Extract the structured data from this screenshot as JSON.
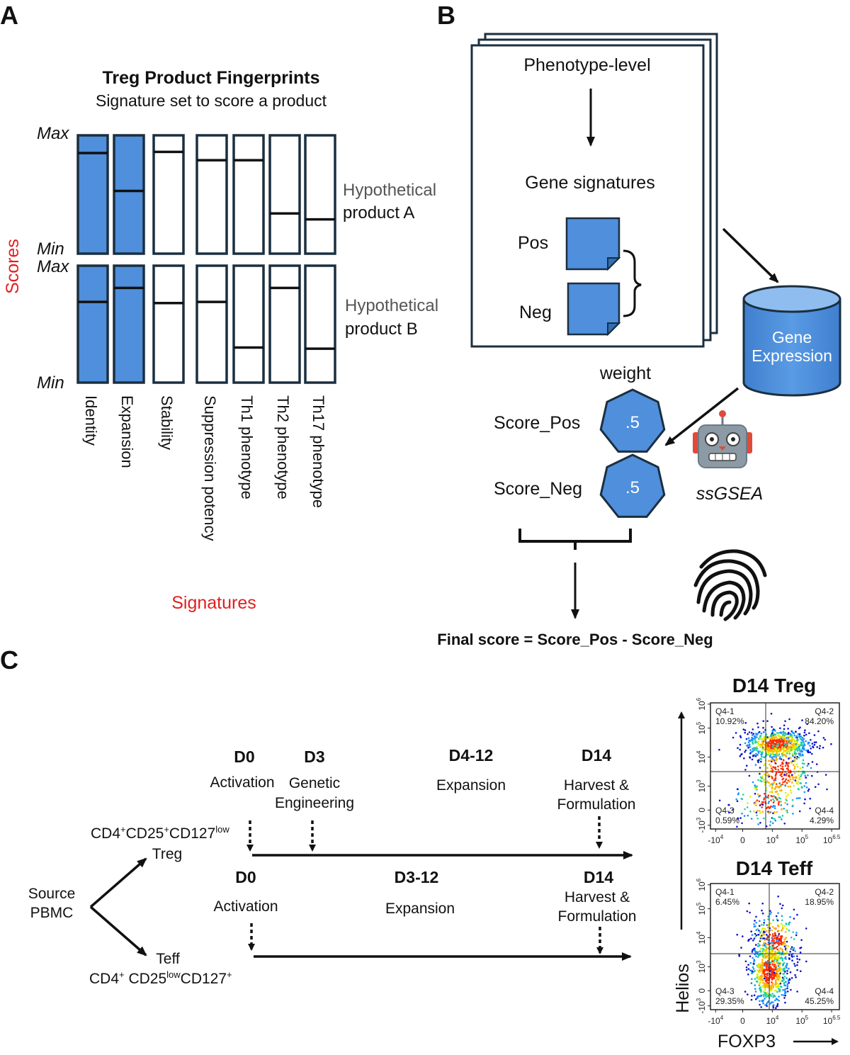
{
  "panels": {
    "a": {
      "label": "A",
      "title": "Treg Product Fingerprints",
      "subtitle": "Signature set to score a product",
      "y_axis_label": "Scores",
      "x_axis_label": "Signatures",
      "max_label": "Max",
      "min_label": "Min",
      "accent_color": "#4f8fdc",
      "label_color": "#e02020",
      "signatures": [
        "Identity",
        "Expansion",
        "Stability",
        "Suppression potency",
        "Th1 phenotype",
        "Th2 phenotype",
        "Th17 phenotype"
      ],
      "products": [
        {
          "label_line1": "Hypothetical",
          "label_line2": "product A",
          "scores": [
            0.85,
            0.53,
            0.86,
            0.79,
            0.79,
            0.34,
            0.29
          ],
          "filled": [
            true,
            true,
            false,
            false,
            false,
            false,
            false
          ]
        },
        {
          "label_line1": "Hypothetical",
          "label_line2": "product B",
          "scores": [
            0.69,
            0.81,
            0.68,
            0.69,
            0.3,
            0.81,
            0.29
          ],
          "filled": [
            true,
            true,
            false,
            false,
            false,
            false,
            false
          ]
        }
      ]
    },
    "b": {
      "label": "B",
      "phenotype_level": "Phenotype-level",
      "gene_signatures": "Gene signatures",
      "pos": "Pos",
      "neg": "Neg",
      "gene_expression_line1": "Gene",
      "gene_expression_line2": "Expression",
      "weight_label": "weight",
      "score_pos": "Score_Pos",
      "score_neg": "Score_Neg",
      "weight_pos": ".5",
      "weight_neg": ".5",
      "method": "ssGSEA",
      "final_score": "Final score = Score_Pos - Score_Neg",
      "robot_icon": "robot-icon",
      "fingerprint_icon": "fingerprint-icon"
    },
    "c": {
      "label": "C",
      "source_line1": "Source",
      "source_line2": "PBMC",
      "treg": {
        "name": "Treg",
        "marker_base": "CD4",
        "marker_sup1": "+",
        "marker_mid": "CD25",
        "marker_sup2": "+",
        "marker_tail": "CD127",
        "marker_sup3": "low",
        "steps": [
          {
            "day": "D0",
            "line1": "Activation",
            "line2": ""
          },
          {
            "day": "D3",
            "line1": "Genetic",
            "line2": "Engineering"
          },
          {
            "day": "D4-12",
            "line1": "Expansion",
            "line2": ""
          },
          {
            "day": "D14",
            "line1": "Harvest &",
            "line2": "Formulation"
          }
        ]
      },
      "teff": {
        "name": "Teff",
        "marker_base": "CD4",
        "marker_sup1": "+",
        "marker_mid": " CD25",
        "marker_sup2": "low",
        "marker_tail": "CD127",
        "marker_sup3": "+",
        "steps": [
          {
            "day": "D0",
            "line1": "Activation",
            "line2": ""
          },
          {
            "day": "D3-12",
            "line1": "Expansion",
            "line2": ""
          },
          {
            "day": "D14",
            "line1": "Harvest &",
            "line2": "Formulation"
          }
        ]
      },
      "flow": {
        "y_axis": "Helios",
        "x_axis": "FOXP3",
        "x_ticks": [
          "-10",
          "0",
          "10",
          "10",
          "10"
        ],
        "x_tick_exps": [
          "4",
          "",
          "4",
          "5",
          "6.5"
        ],
        "y_ticks": [
          "-10",
          "0",
          "10",
          "10",
          "10",
          "10"
        ],
        "y_tick_exps": [
          "3",
          "",
          "3",
          "4",
          "5",
          "6"
        ],
        "plots": [
          {
            "title": "D14 Treg",
            "quadrants": [
              {
                "name": "Q4-1",
                "value": "10.92%"
              },
              {
                "name": "Q4-2",
                "value": "84.20%"
              },
              {
                "name": "Q4-3",
                "value": "0.59%"
              },
              {
                "name": "Q4-4",
                "value": "4.29%"
              }
            ]
          },
          {
            "title": "D14 Teff",
            "quadrants": [
              {
                "name": "Q4-1",
                "value": "6.45%"
              },
              {
                "name": "Q4-2",
                "value": "18.95%"
              },
              {
                "name": "Q4-3",
                "value": "29.35%"
              },
              {
                "name": "Q4-4",
                "value": "45.25%"
              }
            ]
          }
        ]
      }
    }
  }
}
